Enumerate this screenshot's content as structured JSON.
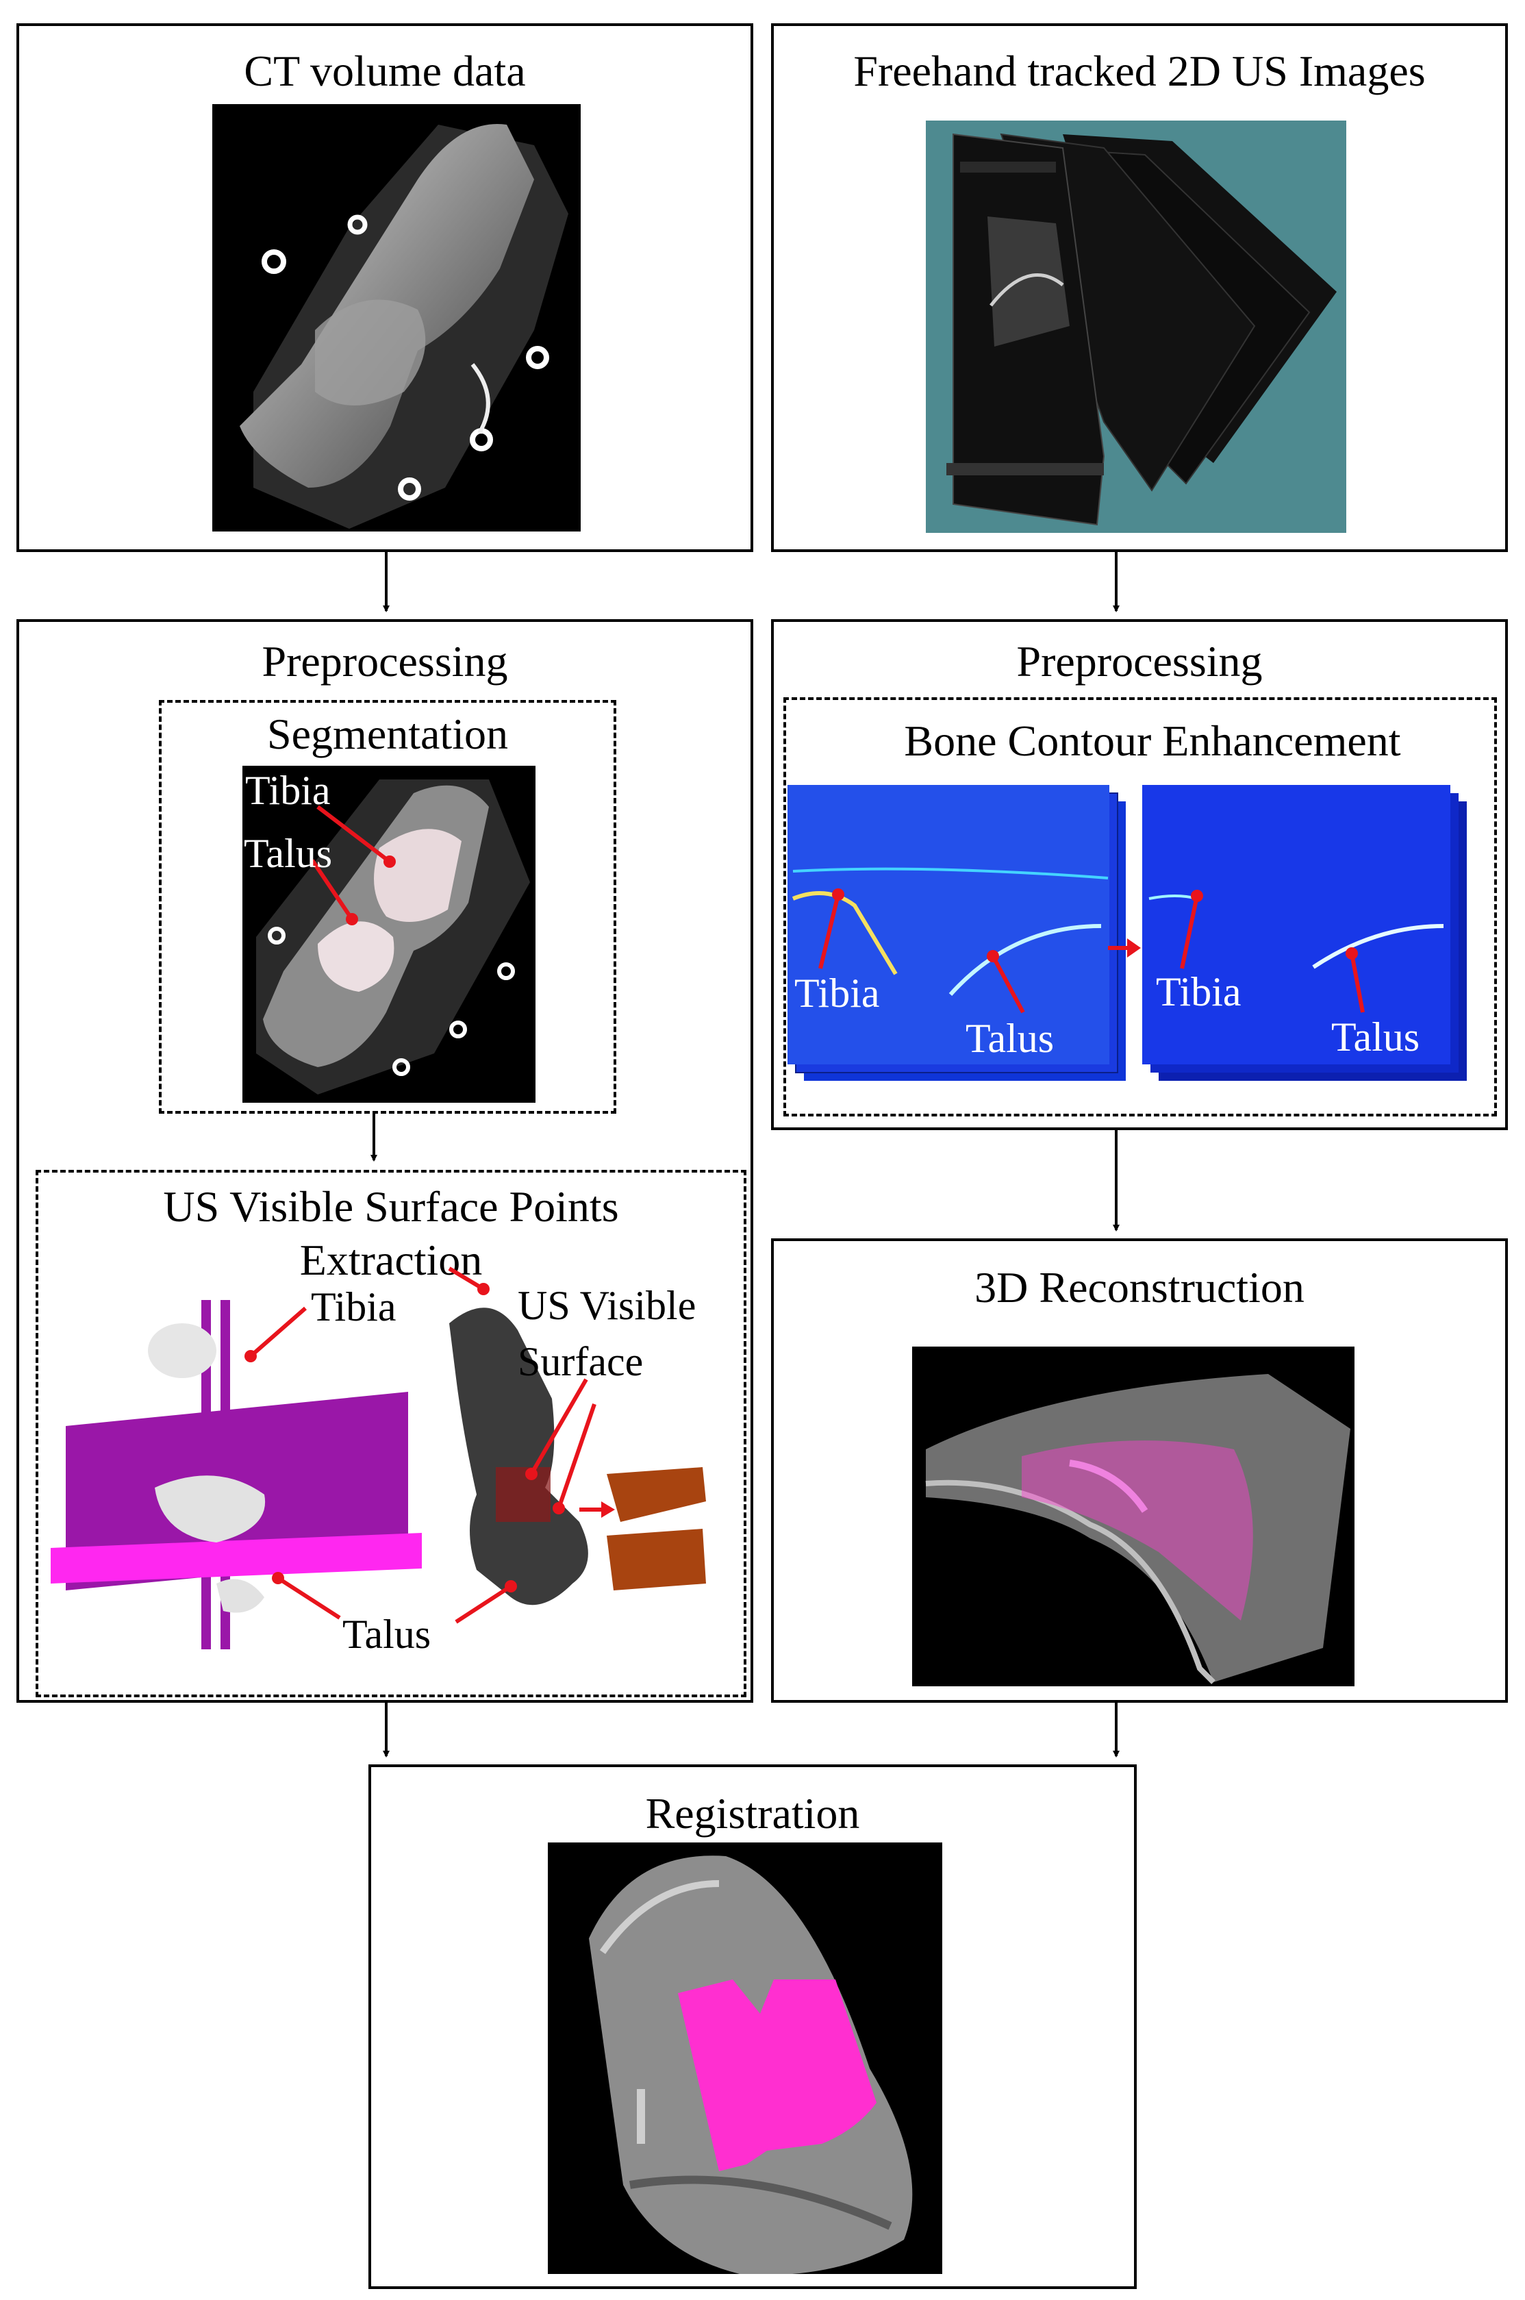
{
  "ct_box": {
    "title": "CT volume data"
  },
  "us_box": {
    "title": "Freehand tracked 2D US Images"
  },
  "pre_left": {
    "title": "Preprocessing",
    "segmentation": {
      "title": "Segmentation",
      "tibia": "Tibia",
      "talus": "Talus"
    },
    "extraction": {
      "title_line1": "US Visible Surface Points",
      "title_line2": "Extraction",
      "tibia": "Tibia",
      "talus": "Talus",
      "surface_line1": "US Visible",
      "surface_line2": "Surface"
    }
  },
  "pre_right": {
    "title": "Preprocessing",
    "enhancement": {
      "title": "Bone Contour Enhancement",
      "tibia": "Tibia",
      "talus": "Talus"
    }
  },
  "recon_box": {
    "title": "3D Reconstruction"
  },
  "reg_box": {
    "title": "Registration"
  },
  "colors": {
    "pointer": "#e8141c",
    "magenta": "#ff3fd1",
    "purple": "#9a17a8",
    "teal": "#4e8a90",
    "us_blue": "#1a3be0"
  }
}
